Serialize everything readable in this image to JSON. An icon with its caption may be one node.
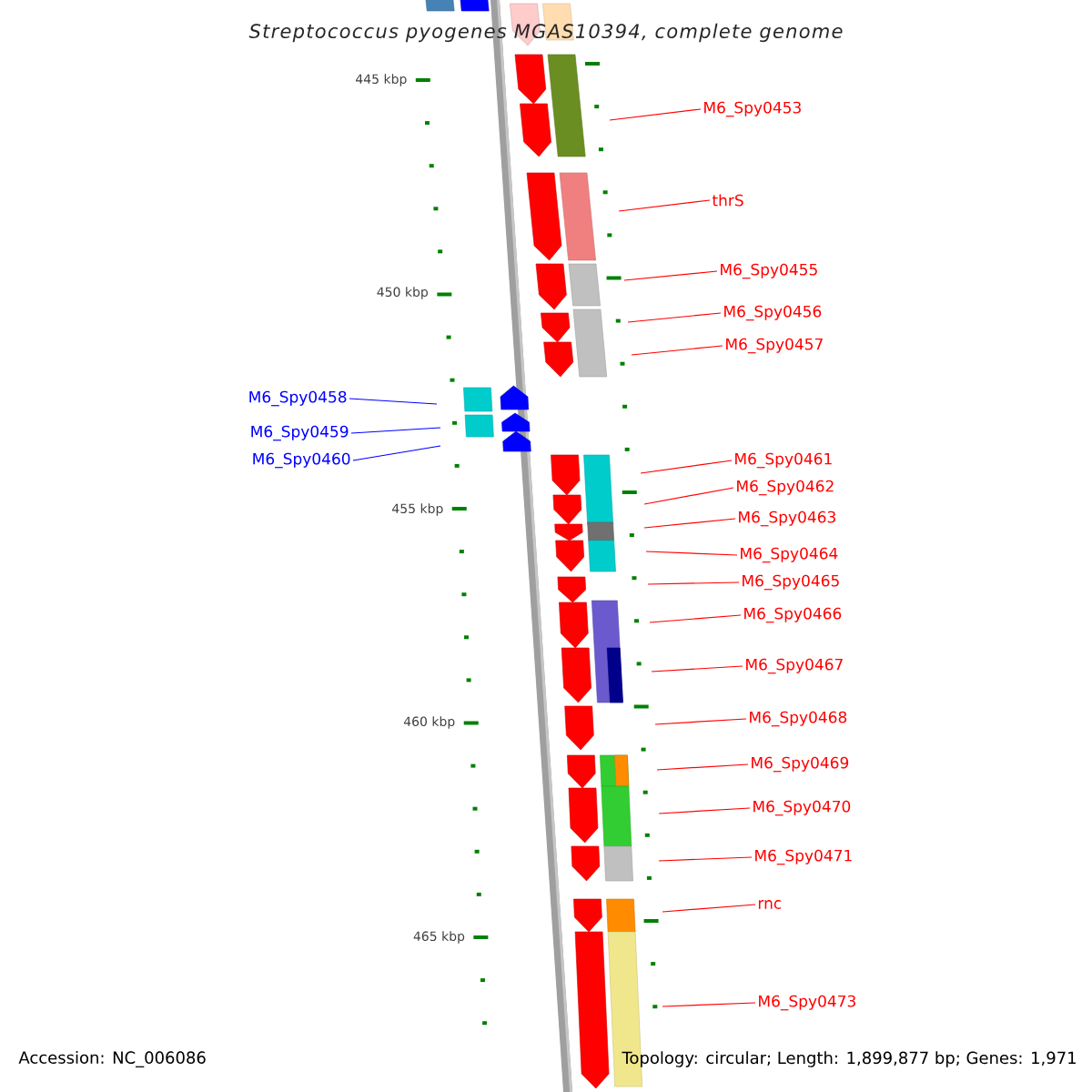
{
  "diagram": {
    "title": "Streptococcus pyogenes MGAS10394, complete genome",
    "nodes": [
      {
        "text": [
          "M6_Spy0453"
        ]
      },
      {
        "text": [
          "thrS"
        ]
      },
      {
        "text": [
          "M6_Spy0455"
        ]
      },
      {
        "text": [
          "M6_Spy0456"
        ]
      },
      {
        "text": [
          "M6_Spy0457"
        ]
      },
      {
        "text": [
          "M6_Spy0458"
        ]
      },
      {
        "text": [
          "M6_Spy0459"
        ]
      },
      {
        "text": [
          "M6_Spy0460"
        ]
      },
      {
        "text": [
          "M6_Spy0461"
        ]
      },
      {
        "text": [
          "M6_Spy0462"
        ]
      },
      {
        "text": [
          "M6_Spy0463"
        ]
      },
      {
        "text": [
          "M6_Spy0464"
        ]
      },
      {
        "text": [
          "M6_Spy0465"
        ]
      },
      {
        "text": [
          "M6_Spy0466"
        ]
      },
      {
        "text": [
          "M6_Spy0467"
        ]
      },
      {
        "text": [
          "M6_Spy0468"
        ]
      },
      {
        "text": [
          "M6_Spy0469"
        ]
      },
      {
        "text": [
          "M6_Spy0470"
        ]
      },
      {
        "text": [
          "M6_Spy0471"
        ]
      },
      {
        "text": [
          "rnc"
        ]
      },
      {
        "text": [
          "M6_Spy0473"
        ]
      }
    ],
    "edges": [
      {
        "from": 0,
        "to": null,
        "arrow": "none"
      },
      {
        "from": 1,
        "to": null,
        "arrow": "none"
      },
      {
        "from": 2,
        "to": null,
        "arrow": "none"
      },
      {
        "from": 3,
        "to": null,
        "arrow": "none"
      },
      {
        "from": 4,
        "to": null,
        "arrow": "none"
      },
      {
        "from": 5,
        "to": null,
        "arrow": "none",
        "color": "#0000ff"
      },
      {
        "from": 6,
        "to": null,
        "arrow": "none",
        "color": "#0000ff"
      },
      {
        "from": 7,
        "to": null,
        "arrow": "none",
        "color": "#0000ff"
      },
      {
        "from": 8,
        "to": null,
        "arrow": "none"
      },
      {
        "from": 9,
        "to": null,
        "arrow": "none"
      },
      {
        "from": 10,
        "to": null,
        "arrow": "none"
      },
      {
        "from": 11,
        "to": null,
        "arrow": "none"
      },
      {
        "from": 12,
        "to": null,
        "arrow": "none"
      },
      {
        "from": 13,
        "to": null,
        "arrow": "none"
      },
      {
        "from": 14,
        "to": null,
        "arrow": "none"
      },
      {
        "from": 15,
        "to": null,
        "arrow": "none"
      },
      {
        "from": 16,
        "to": null,
        "arrow": "none"
      },
      {
        "from": 17,
        "to": null,
        "arrow": "none"
      },
      {
        "from": 18,
        "to": null,
        "arrow": "none"
      },
      {
        "from": 19,
        "to": null,
        "arrow": "none"
      },
      {
        "from": 20,
        "to": null,
        "arrow": "none"
      }
    ],
    "labels": [
      "445 kbp",
      "450 kbp",
      "455 kbp",
      "460 kbp",
      "465 kbp",
      "Accession: NC_006086",
      "Topology: circular; Length: 1,899,877 bp; Genes: 1,971"
    ]
  }
}
